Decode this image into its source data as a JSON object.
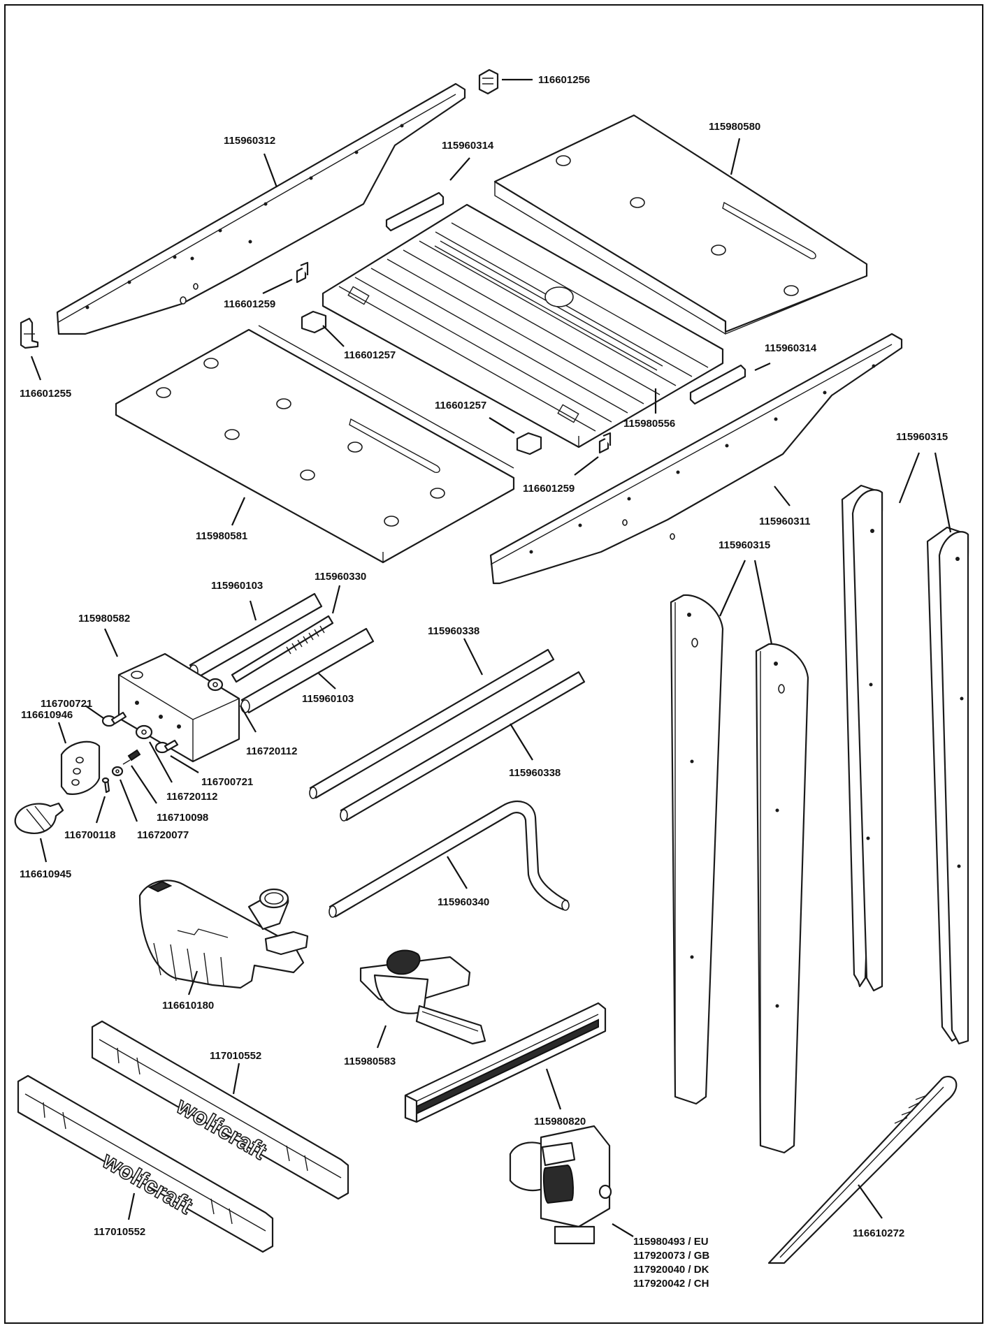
{
  "brand_text": "wolfcraft",
  "parts": {
    "p116601256": "116601256",
    "p115960312": "115960312",
    "p115960314a": "115960314",
    "p115980580": "115980580",
    "p116601259a": "116601259",
    "p116601257a": "116601257",
    "p116601255": "116601255",
    "p115960314b": "115960314",
    "p116601257b": "116601257",
    "p115980556": "115980556",
    "p116601259b": "116601259",
    "p115960315a": "115960315",
    "p115960311": "115960311",
    "p115980581": "115980581",
    "p115960315b": "115960315",
    "p115960103a": "115960103",
    "p115960330": "115960330",
    "p115980582": "115980582",
    "p115960338a": "115960338",
    "p116700721a": "116700721",
    "p115960103b": "115960103",
    "p116610946": "116610946",
    "p116720112a": "116720112",
    "p115960338b": "115960338",
    "p116700721b": "116700721",
    "p116720112b": "116720112",
    "p116710098": "116710098",
    "p116700118": "116700118",
    "p116720077": "116720077",
    "p116610945": "116610945",
    "p115960340": "115960340",
    "p116610180": "116610180",
    "p115980583": "115980583",
    "p117010552a": "117010552",
    "p115980820": "115980820",
    "p117010552b": "117010552",
    "p116610272": "116610272",
    "switch_eu": "115980493 / EU",
    "switch_gb": "117920073 / GB",
    "switch_dk": "117920040 / DK",
    "switch_ch": "117920042 / CH"
  }
}
